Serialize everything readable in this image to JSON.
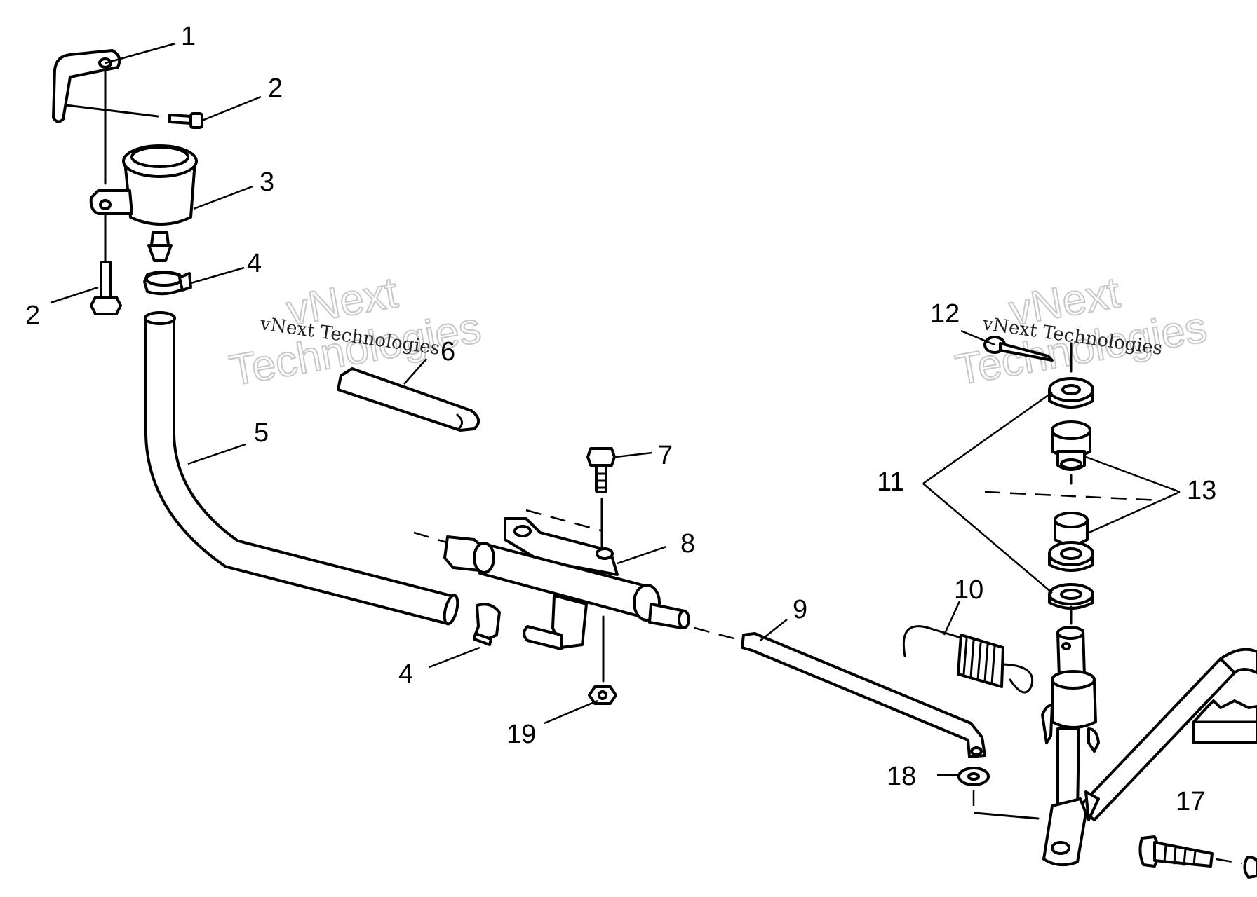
{
  "callouts": {
    "c1": "1",
    "c2a": "2",
    "c2b": "2",
    "c3": "3",
    "c4a": "4",
    "c4b": "4",
    "c5": "5",
    "c6": "6",
    "c7": "7",
    "c8": "8",
    "c9": "9",
    "c10": "10",
    "c11": "11",
    "c12": "12",
    "c13": "13",
    "c17": "17",
    "c18": "18",
    "c19": "19"
  },
  "watermark": {
    "line1": "vNext",
    "line2": "Technologies",
    "caption": "vNext Technologies"
  }
}
